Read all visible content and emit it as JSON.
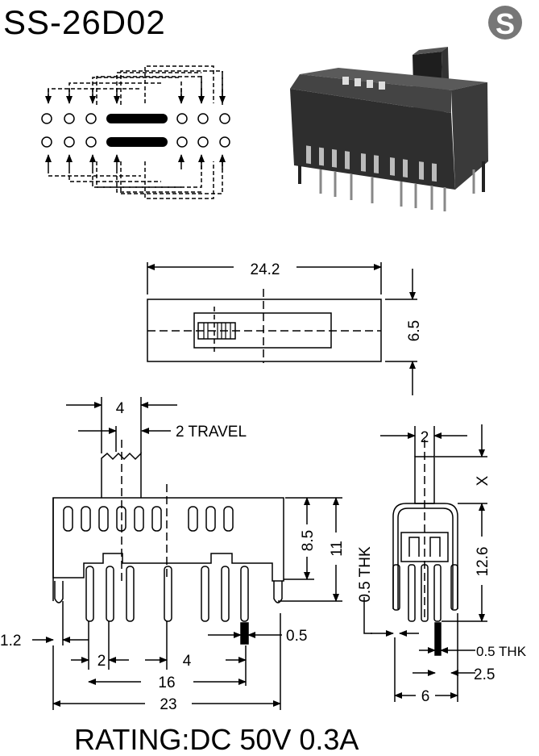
{
  "title": "SS-26D02",
  "logo_letter": "S",
  "top_view": {
    "length": "24.2",
    "width": "6.5"
  },
  "side_view": {
    "knob_width": "4",
    "travel": "2 TRAVEL",
    "height_body": "8.5",
    "height_total": "11",
    "pin_left_offset": "1.2",
    "pin_thickness": "0.5",
    "pitch": "2",
    "pitch_group": "4",
    "pin_span": "16",
    "body_length": "23"
  },
  "end_view": {
    "knob_width": "2",
    "knob_height": "X",
    "height": "12.6",
    "frame_thk_left": "0.5 THK",
    "frame_thk_right": "0.5 THK",
    "pin_offset": "2.5",
    "pin_span": "6"
  },
  "rating": "RATING:DC 50V 0.3A"
}
